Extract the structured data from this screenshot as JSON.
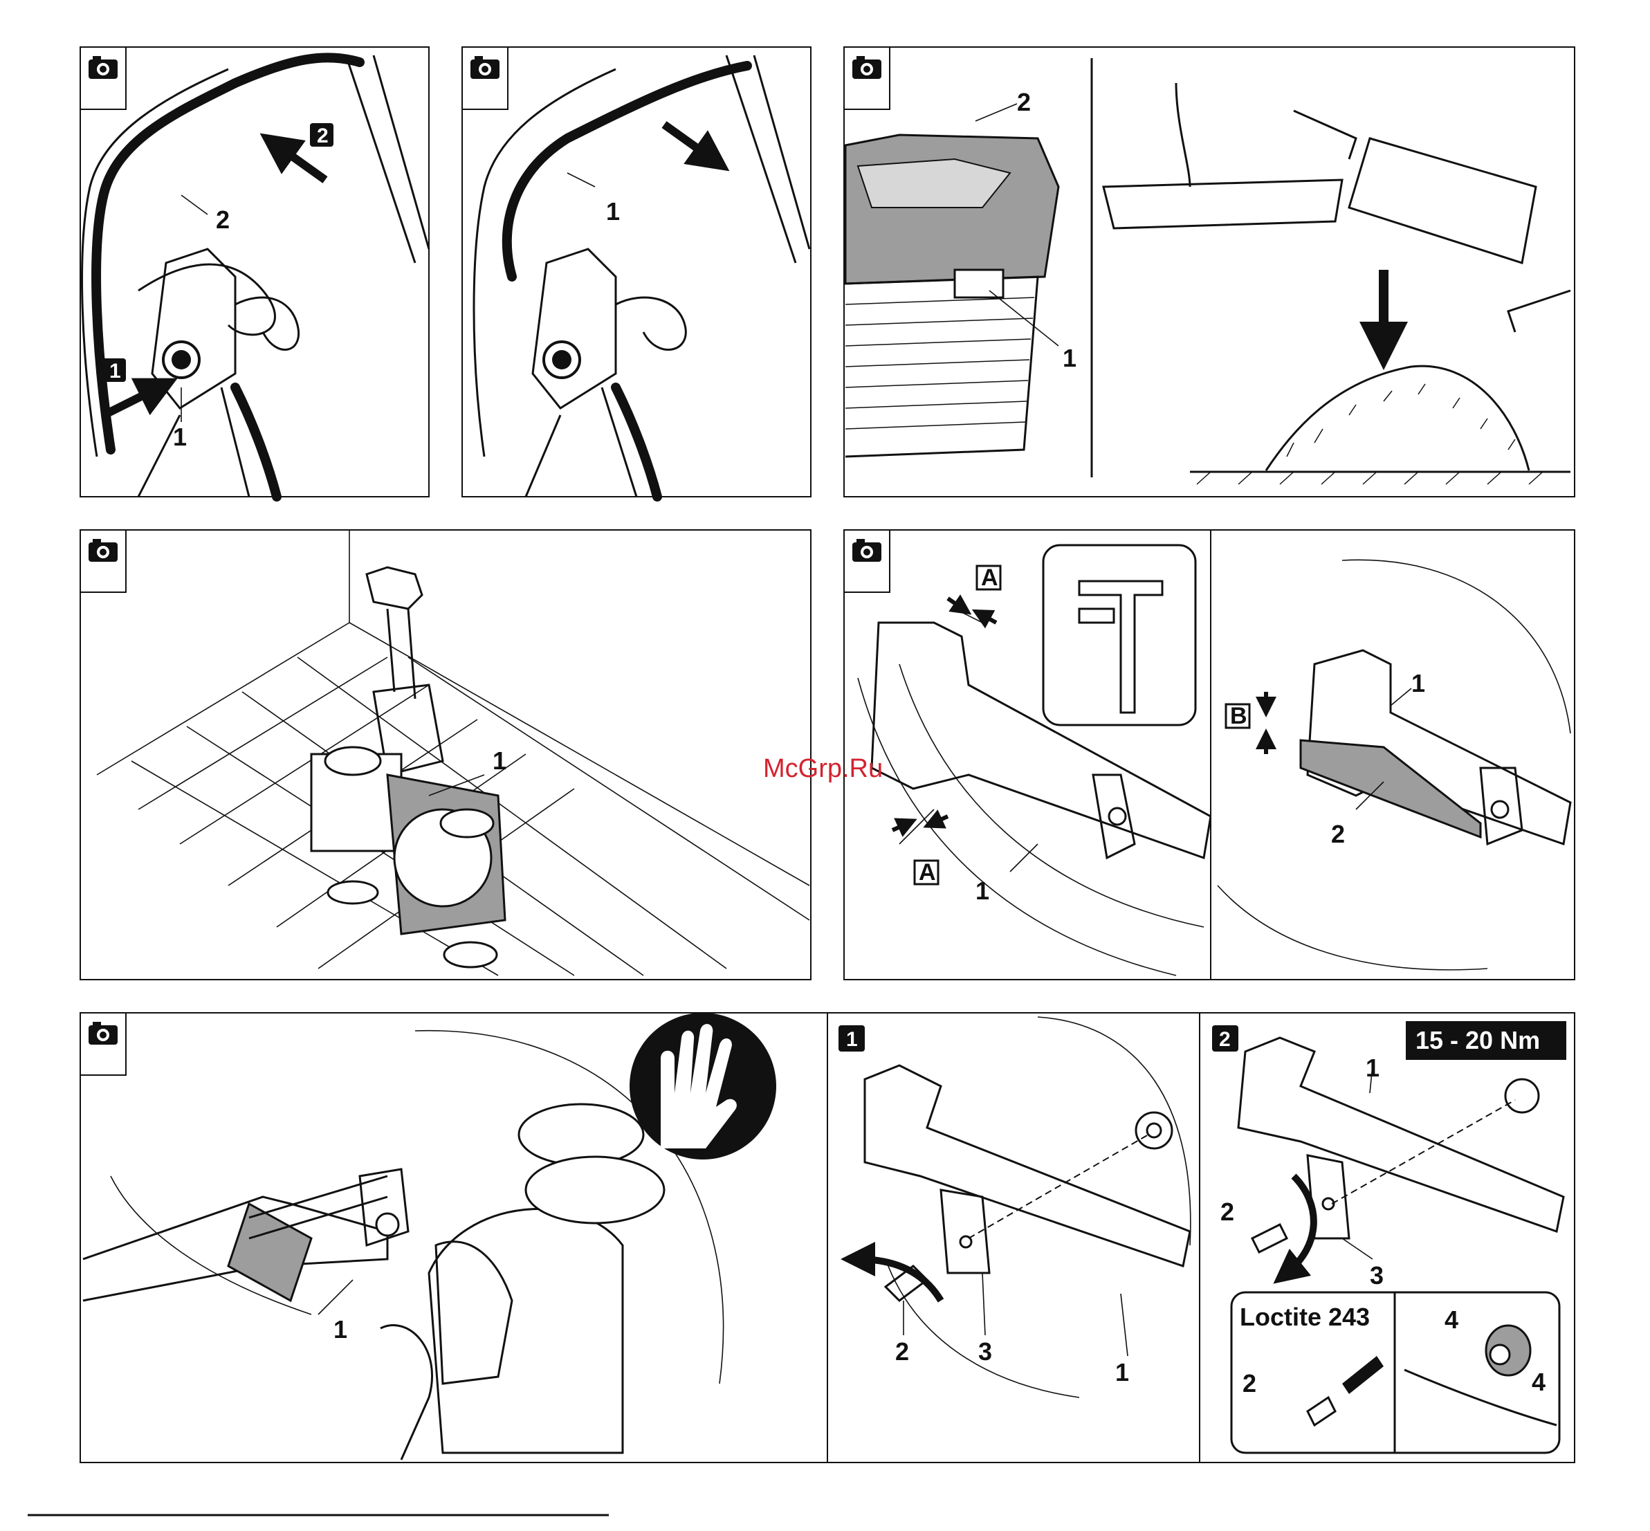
{
  "watermark": "McGrp.Ru",
  "panels": {
    "p1": {
      "callouts": [
        "1",
        "2",
        "1",
        "2"
      ]
    },
    "p2": {
      "callouts": [
        "1"
      ]
    },
    "p3": {
      "callouts": [
        "2",
        "1"
      ]
    },
    "p5": {
      "callouts": [
        "1"
      ]
    },
    "p6": {
      "callouts": [
        "1"
      ],
      "dimension": "A"
    },
    "p7": {
      "callouts": [
        "1",
        "2"
      ],
      "dimension": "B"
    },
    "p8": {
      "callouts": [
        "1"
      ]
    },
    "p9": {
      "step": "1",
      "callouts": [
        "2",
        "3",
        "1"
      ]
    },
    "p10": {
      "step": "2",
      "torque": "15 - 20 Nm",
      "callouts": [
        "1",
        "2",
        "3"
      ],
      "loctite": "Loctite 243",
      "inset_callouts": [
        "2",
        "4",
        "4"
      ]
    }
  },
  "icons": [
    "camera-icon",
    "gloves-icon",
    "arrow-icon"
  ]
}
